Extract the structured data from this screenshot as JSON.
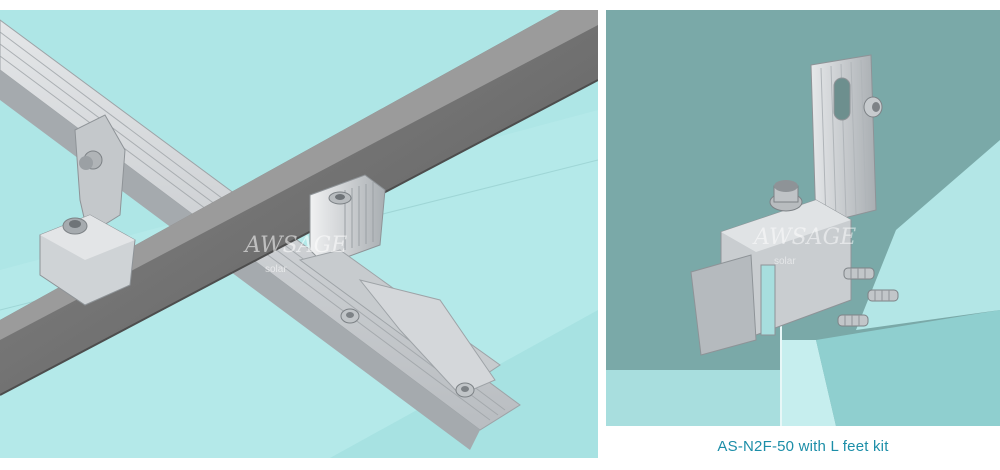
{
  "figures": [
    {
      "id": "left",
      "scene": "rail-mounted-l-foot-and-mid-clamp"
    },
    {
      "id": "right",
      "scene": "l-foot-on-standing-seam-clamp"
    }
  ],
  "watermark": {
    "mark": "AWSAGE",
    "sub": "solar"
  },
  "caption": "AS-N2F-50 with L feet kit",
  "colors": {
    "left_background": "#aee6e6",
    "right_background": "#7aa9a8",
    "aluminum": "#c9cdd0",
    "panel_frame": "#6c6c6c",
    "caption_text": "#1c8ea8"
  }
}
